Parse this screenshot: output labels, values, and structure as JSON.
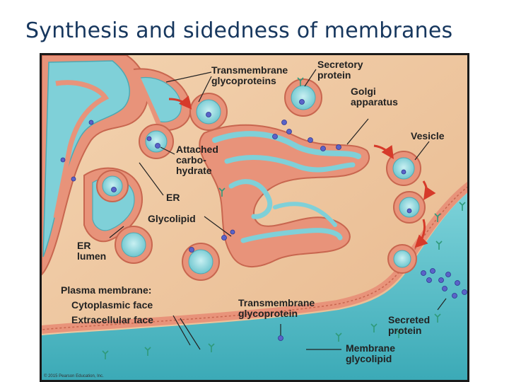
{
  "title": "Synthesis and sidedness of membranes",
  "labels": {
    "transmembrane_glycoproteins": [
      "Transmembrane",
      "glycoproteins"
    ],
    "secretory_protein": [
      "Secretory",
      "protein"
    ],
    "golgi_apparatus": [
      "Golgi",
      "apparatus"
    ],
    "vesicle": "Vesicle",
    "attached_carbohydrate": [
      "Attached",
      "carbo-",
      "hydrate"
    ],
    "er": "ER",
    "glycolipid": "Glycolipid",
    "er_lumen": [
      "ER",
      "lumen"
    ],
    "plasma_membrane": "Plasma membrane:",
    "cytoplasmic_face": "Cytoplasmic face",
    "extracellular_face": "Extracellular face",
    "transmembrane_glycoprotein": [
      "Transmembrane",
      "glycoprotein"
    ],
    "secreted_protein": [
      "Secreted",
      "protein"
    ],
    "membrane_glycolipid": [
      "Membrane",
      "glycolipid"
    ]
  },
  "copyright": "© 2015 Pearson Education, Inc.",
  "colors": {
    "cytoplasm": "#f0c9a2",
    "membrane": "#e8937a",
    "membrane_edge": "#c8664f",
    "lumen": "#7fd0d8",
    "lumen_light": "#b9e8ea",
    "extracellular": "#5bbfc8",
    "protein_dot": "#5a63c8",
    "arrow": "#d63a2a"
  }
}
